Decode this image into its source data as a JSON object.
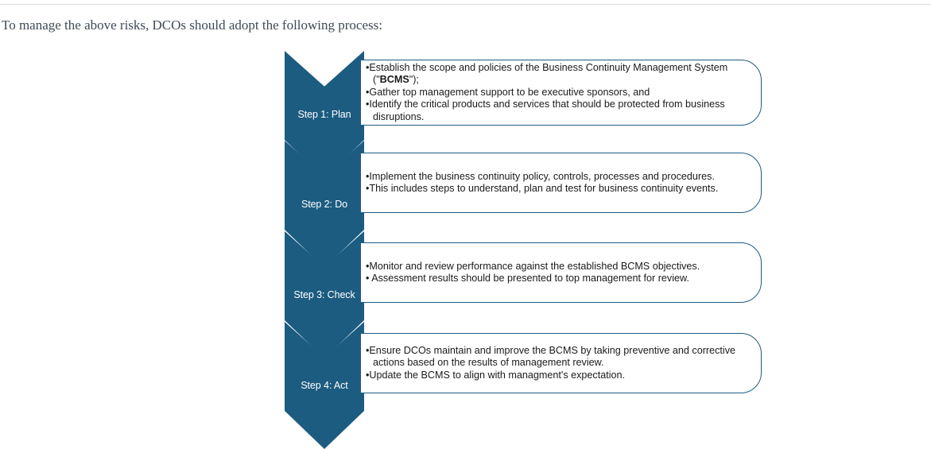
{
  "intro": {
    "text": "To manage the above risks, DCOs should adopt the following process:"
  },
  "colors": {
    "chevron_fill": "#1c5c81",
    "box_border": "#1c5c81",
    "label_text": "#ffffff",
    "body_text": "#1a1a1a",
    "intro_text": "#3f4a56",
    "rule": "#d8dbe0"
  },
  "diagram": {
    "type": "process-flow",
    "orientation": "vertical",
    "steps": [
      {
        "label": "Step 1: Plan",
        "bullets": [
          "•Establish the scope and policies of the Business Continuity Management System (\"BCMS\");",
          "•Gather top management support to be executive sponsors, and",
          "•Identify the critical products and services that should be protected from business disruptions."
        ]
      },
      {
        "label": "Step 2: Do",
        "bullets": [
          "•Implement the business continuity policy, controls, processes and procedures.",
          "•This includes steps to understand, plan and test for business continuity events."
        ]
      },
      {
        "label": "Step 3: Check",
        "bullets": [
          "•Monitor and review performance against the established BCMS objectives.",
          "• Assessment results should be presented to top management for review."
        ]
      },
      {
        "label": "Step 4: Act",
        "bullets": [
          "•Ensure DCOs maintain and improve the BCMS by taking preventive and corrective actions based on the results of management review.",
          "•Update the BCMS to align with managment's expectation."
        ]
      }
    ]
  }
}
